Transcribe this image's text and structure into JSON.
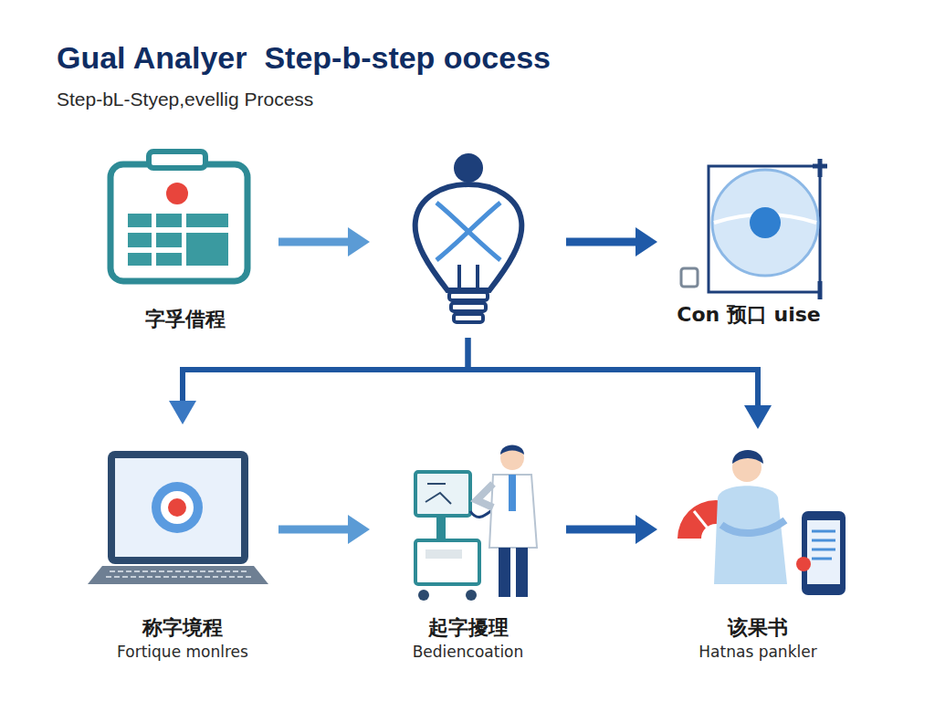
{
  "diagram": {
    "title": "Gual Analyer  Step-b-step oocess",
    "nodes": [
      {
        "text": [
          "字孚借程"
        ]
      },
      {
        "text": []
      },
      {
        "text": [
          "Con 预口 uise"
        ]
      },
      {
        "text": [
          "称字境程",
          "Fortique monlres"
        ]
      },
      {
        "text": [
          "起字擾理",
          "Bediencoation"
        ]
      },
      {
        "text": [
          "该果书",
          "Hatnas pankler"
        ]
      }
    ],
    "edges": [
      {
        "from": 0,
        "to": 1,
        "arrow": "to"
      },
      {
        "from": 1,
        "to": 2,
        "arrow": "to"
      },
      {
        "from": 1,
        "to": 3,
        "arrow": "to"
      },
      {
        "from": 1,
        "to": 5,
        "arrow": "to"
      },
      {
        "from": 3,
        "to": 4,
        "arrow": "to"
      },
      {
        "from": 4,
        "to": 5,
        "arrow": "to"
      }
    ],
    "labels": [
      "Step-bL-Styep,evellig Process"
    ]
  }
}
